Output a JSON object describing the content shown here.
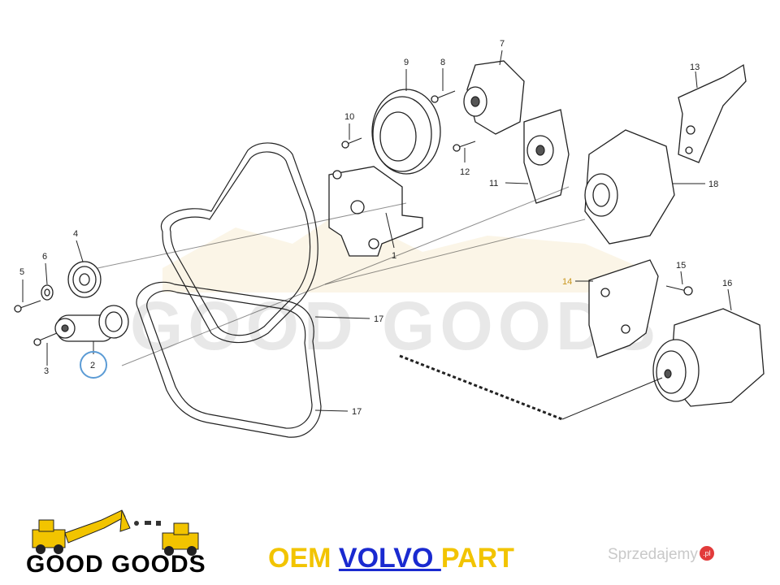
{
  "callouts": {
    "c1": "1",
    "c2": "2",
    "c3": "3",
    "c4": "4",
    "c5": "5",
    "c6": "6",
    "c7": "7",
    "c8": "8",
    "c9": "9",
    "c10": "10",
    "c11": "11",
    "c12": "12",
    "c13": "13",
    "c14": "14",
    "c15": "15",
    "c16": "16",
    "c17a": "17",
    "c17b": "17",
    "c18": "18"
  },
  "highlight": {
    "callout": "2",
    "color": "#5b9bd5"
  },
  "highlight_label_color": "#c8961e",
  "watermark": {
    "text": "GOOD GOODS",
    "color": "#e6e6e6"
  },
  "footer": {
    "logo_text": "GOOD GOODS",
    "oem_prefix": "OEM ",
    "oem_brand": "VOLVO ",
    "oem_suffix": "PART",
    "accent_color": "#f2c400",
    "brand_color": "#1a2ad0"
  },
  "site_badge": {
    "text": "Sprzedajemy",
    "suffix": ".pl"
  }
}
